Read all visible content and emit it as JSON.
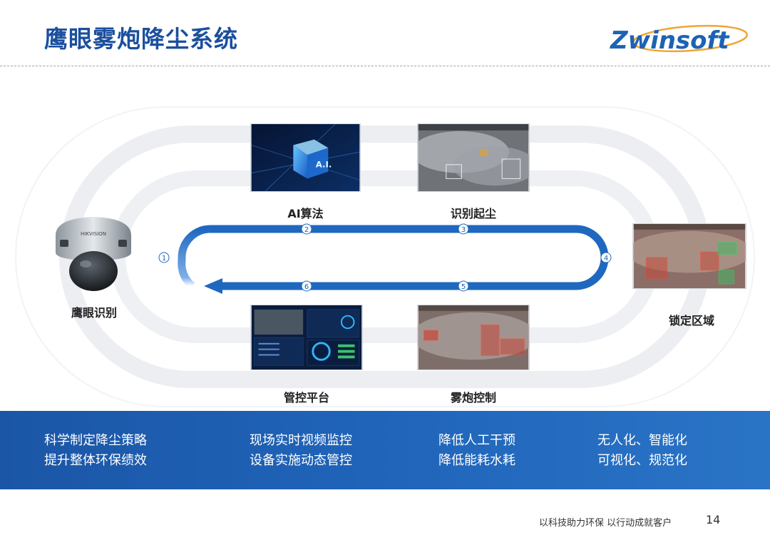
{
  "title": "鹰眼雾炮降尘系统",
  "logo_text": "Zwinsoft",
  "steps": {
    "s1": {
      "num": "1",
      "label": "鹰眼识别"
    },
    "s2": {
      "num": "2",
      "label": "AI算法"
    },
    "s3": {
      "num": "3",
      "label": "识别起尘"
    },
    "s4": {
      "num": "4",
      "label": "锁定区域"
    },
    "s5": {
      "num": "5",
      "label": "雾炮控制"
    },
    "s6": {
      "num": "6",
      "label": "管控平台"
    }
  },
  "thumbs": {
    "ai_image_text": "A.I.",
    "camera_brand": "HIKVISION"
  },
  "benefits": [
    {
      "line1": "科学制定降尘策略",
      "line2": "提升整体环保绩效"
    },
    {
      "line1": "现场实时视频监控",
      "line2": "设备实施动态管控"
    },
    {
      "line1": "降低人工干预",
      "line2": "降低能耗水耗"
    },
    {
      "line1": "无人化、智能化",
      "line2": "可视化、规范化"
    }
  ],
  "footer": {
    "slogan": "以科技助力环保 以行动成就客户",
    "page": "14"
  },
  "colors": {
    "brand_blue": "#1b4f9e",
    "flow_blue": "#1f68c0",
    "band_blue": "#1f63b8"
  }
}
